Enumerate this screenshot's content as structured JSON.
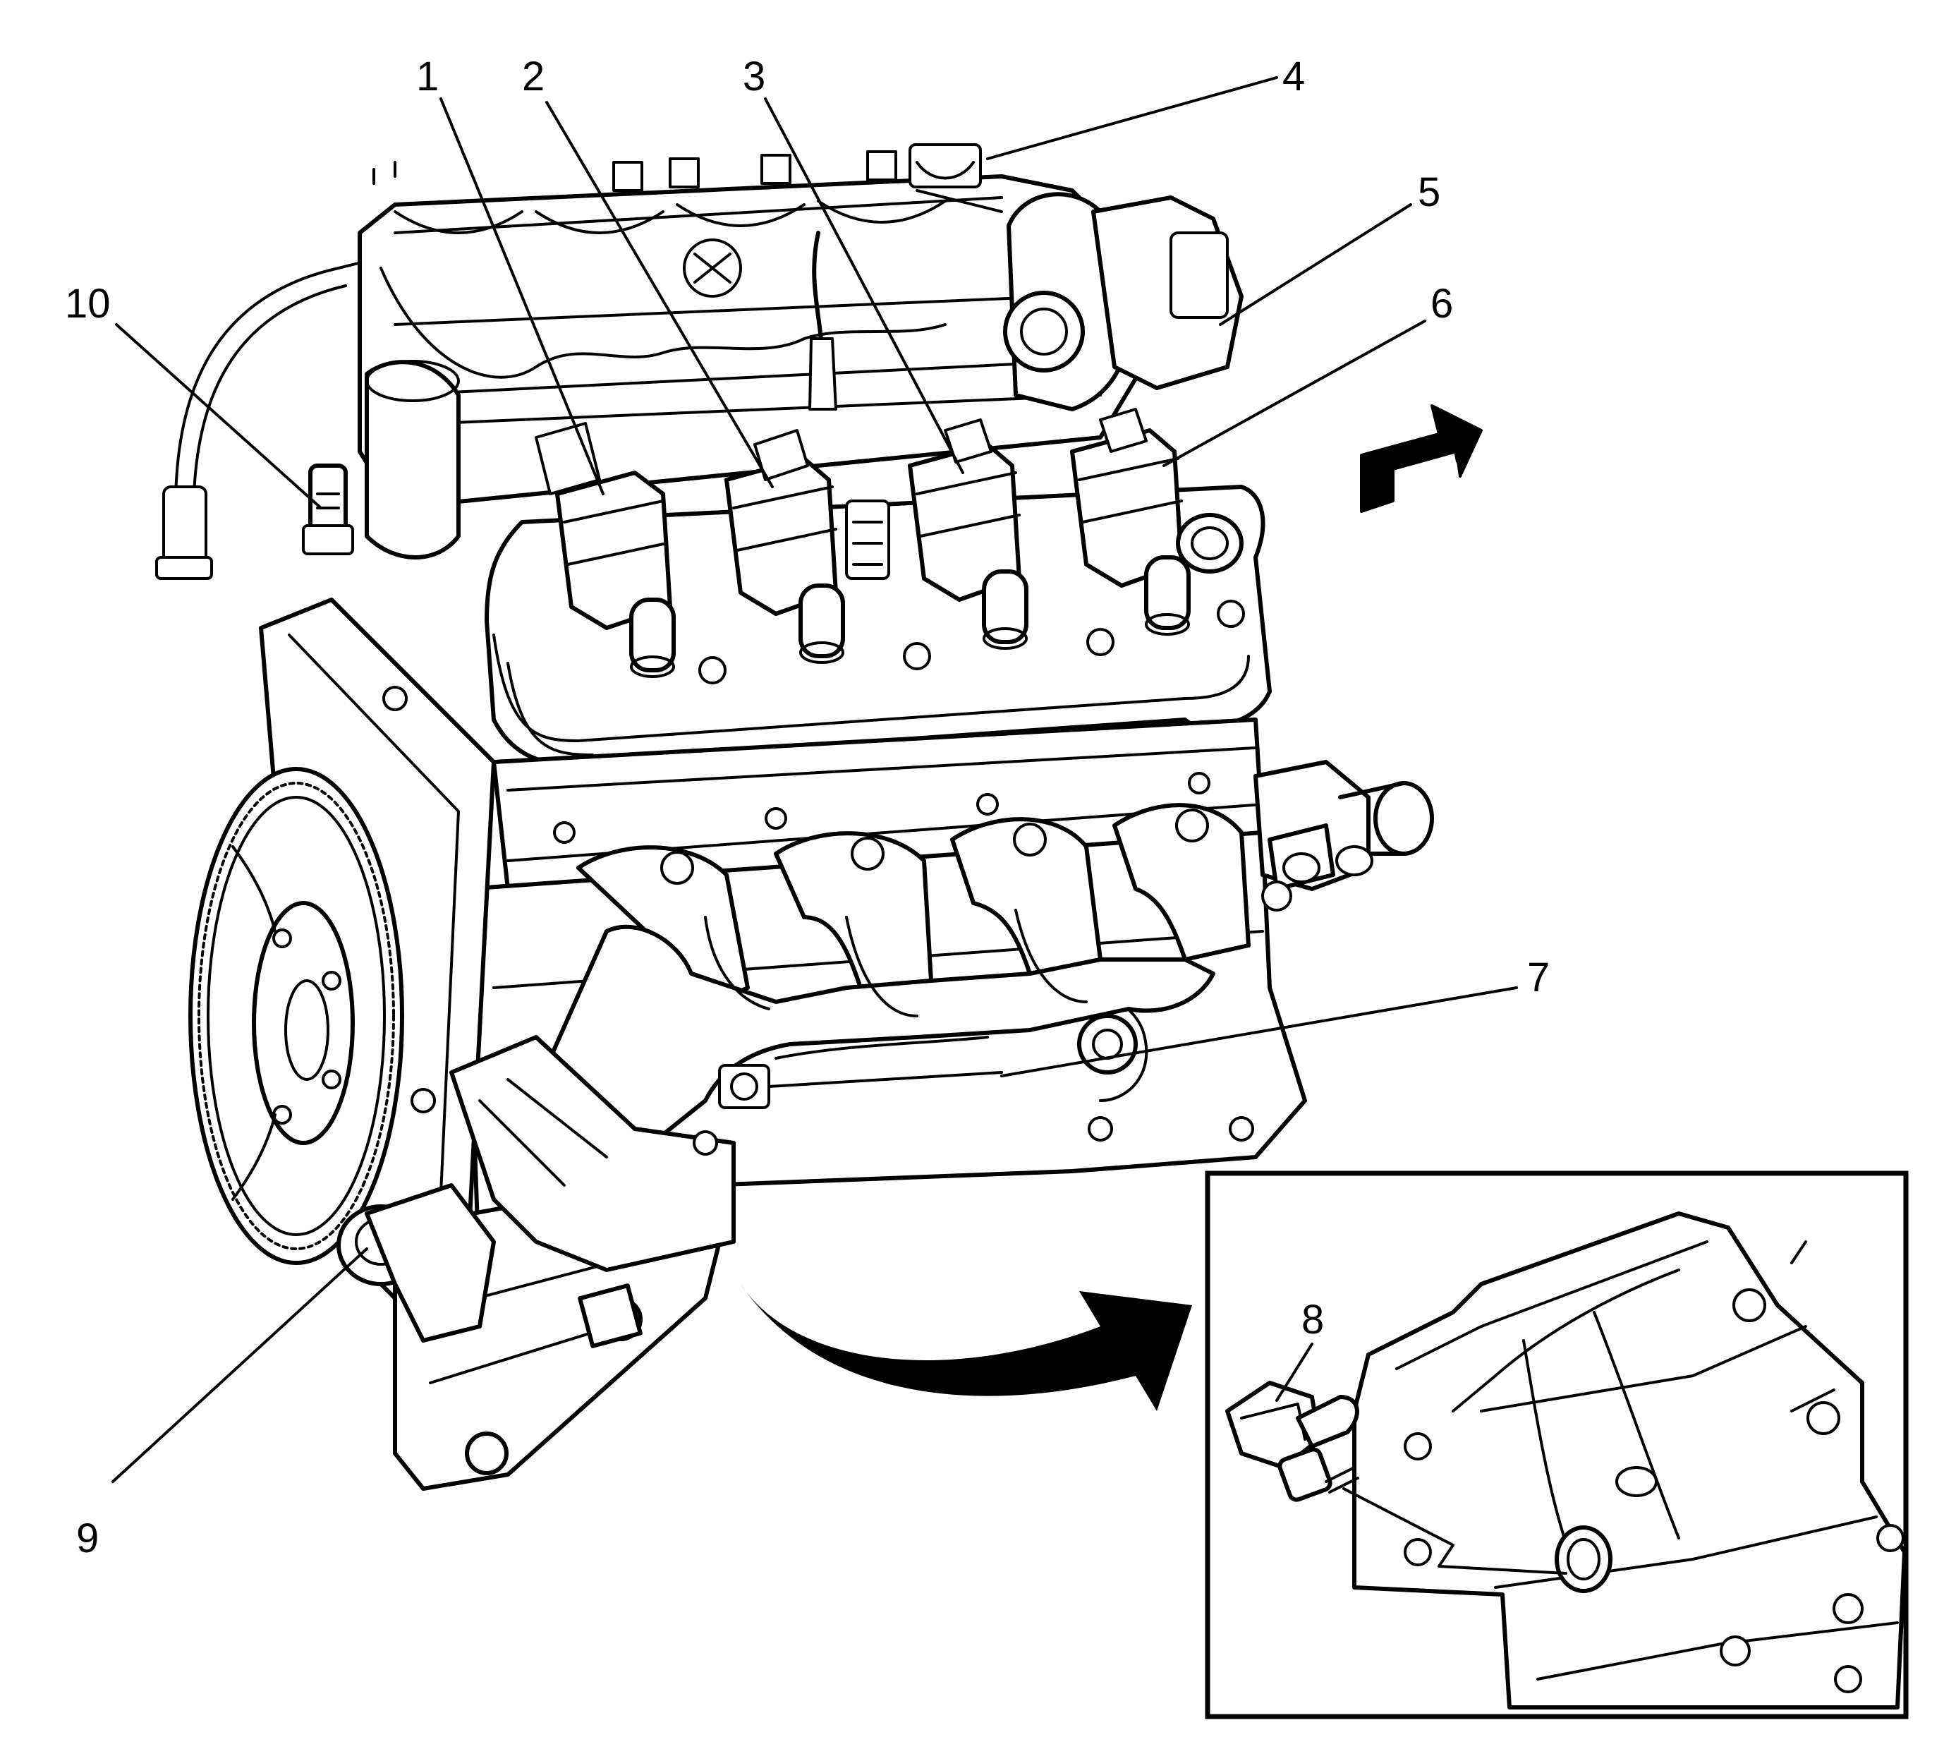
{
  "callouts": [
    {
      "id": "1",
      "label": "1"
    },
    {
      "id": "2",
      "label": "2"
    },
    {
      "id": "3",
      "label": "3"
    },
    {
      "id": "4",
      "label": "4"
    },
    {
      "id": "5",
      "label": "5"
    },
    {
      "id": "6",
      "label": "6"
    },
    {
      "id": "7",
      "label": "7"
    },
    {
      "id": "8",
      "label": "8"
    },
    {
      "id": "9",
      "label": "9"
    },
    {
      "id": "10",
      "label": "10"
    }
  ],
  "icons": {
    "direction_arrow": "forward-direction-arrow-icon",
    "zoom_arrow": "detail-view-arrow-icon"
  },
  "colors": {
    "line": "#000000",
    "background": "#ffffff"
  }
}
